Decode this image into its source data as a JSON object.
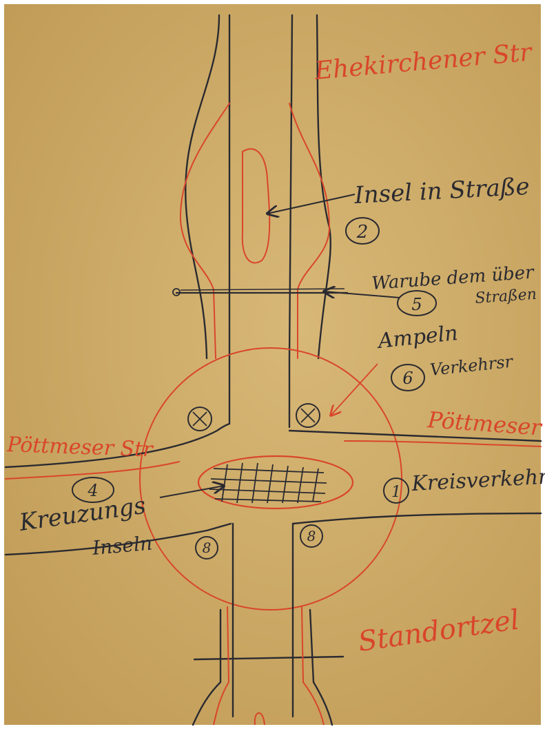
{
  "colors": {
    "paper": "#c9a55f",
    "paper_light": "#d8b877",
    "ink_dark": "#2a2a30",
    "ink_red": "#d9452b"
  },
  "labels": {
    "street_top": "Ehekirchener Str",
    "street_left": "Pöttmeser Str",
    "street_right": "Pöttmeser",
    "street_bottom": "Standortzel",
    "island": "Insel in Straße",
    "island_num": "2",
    "crossing_line1": "Warube dem über",
    "crossing_line2": "Straßen",
    "crossing_num": "5",
    "lights_line1": "Ampeln",
    "lights_line2": "Verkehrsr",
    "lights_num": "6",
    "roundabout": "Kreisverkehr",
    "roundabout_num": "1",
    "corner_islands_line1": "Kreuzungs",
    "corner_islands_line2": "Inseln",
    "corner_islands_num": "4",
    "corner_mark": "8"
  }
}
